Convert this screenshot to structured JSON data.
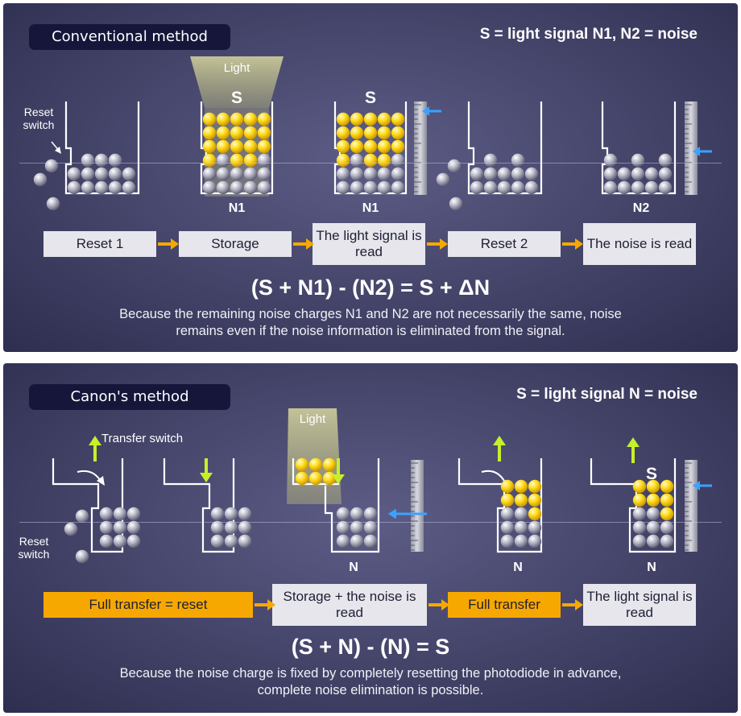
{
  "conventional": {
    "tag": "Conventional method",
    "legend": "S = light signal  N1, N2 = noise",
    "light_label": "Light",
    "reset_switch_label": [
      "Reset",
      "switch"
    ],
    "signal_labels": [
      "S",
      "S"
    ],
    "noise_labels": [
      "N1",
      "N1",
      "N2"
    ],
    "steps": [
      "Reset 1",
      "Storage",
      "The light signal is read",
      "Reset 2",
      "The noise is read"
    ],
    "formula": "(S + N1) - (N2) = S + ΔN",
    "caption": [
      "Because the remaining noise charges N1 and N2 are not necessarily the same, noise",
      "remains even if the noise information is eliminated from the signal."
    ]
  },
  "canon": {
    "tag": "Canon's method",
    "legend": "S = light signal  N = noise",
    "light_label": "Light",
    "transfer_switch_label": "Transfer switch",
    "reset_switch_label": [
      "Reset",
      "switch"
    ],
    "signal_labels": [
      "S"
    ],
    "noise_labels": [
      "N",
      "N",
      "N"
    ],
    "steps": [
      "Full transfer = reset",
      "Storage + the noise is read",
      "Full transfer",
      "The light signal is read"
    ],
    "formula": "(S + N) - (N) = S",
    "caption": [
      "Because the noise charge is fixed by completely resetting the photodiode in advance,",
      "complete noise elimination is possible."
    ]
  },
  "colors": {
    "panel_bg": "#48486e",
    "tag_bg": "#15163a",
    "step_box": "#e6e6ec",
    "step_orange": "#f7a800",
    "arrow_orange": "#f7a800",
    "signal_charge": "#ffd800",
    "noise_charge": "#c8c8d8",
    "transfer_arrow": "#c6f02a",
    "read_arrow": "#3aa2ff"
  },
  "icons": [
    "reset-switch-icon",
    "transfer-arrow-icon",
    "read-arrow-icon",
    "scale-meter-icon",
    "light-beam-icon"
  ]
}
